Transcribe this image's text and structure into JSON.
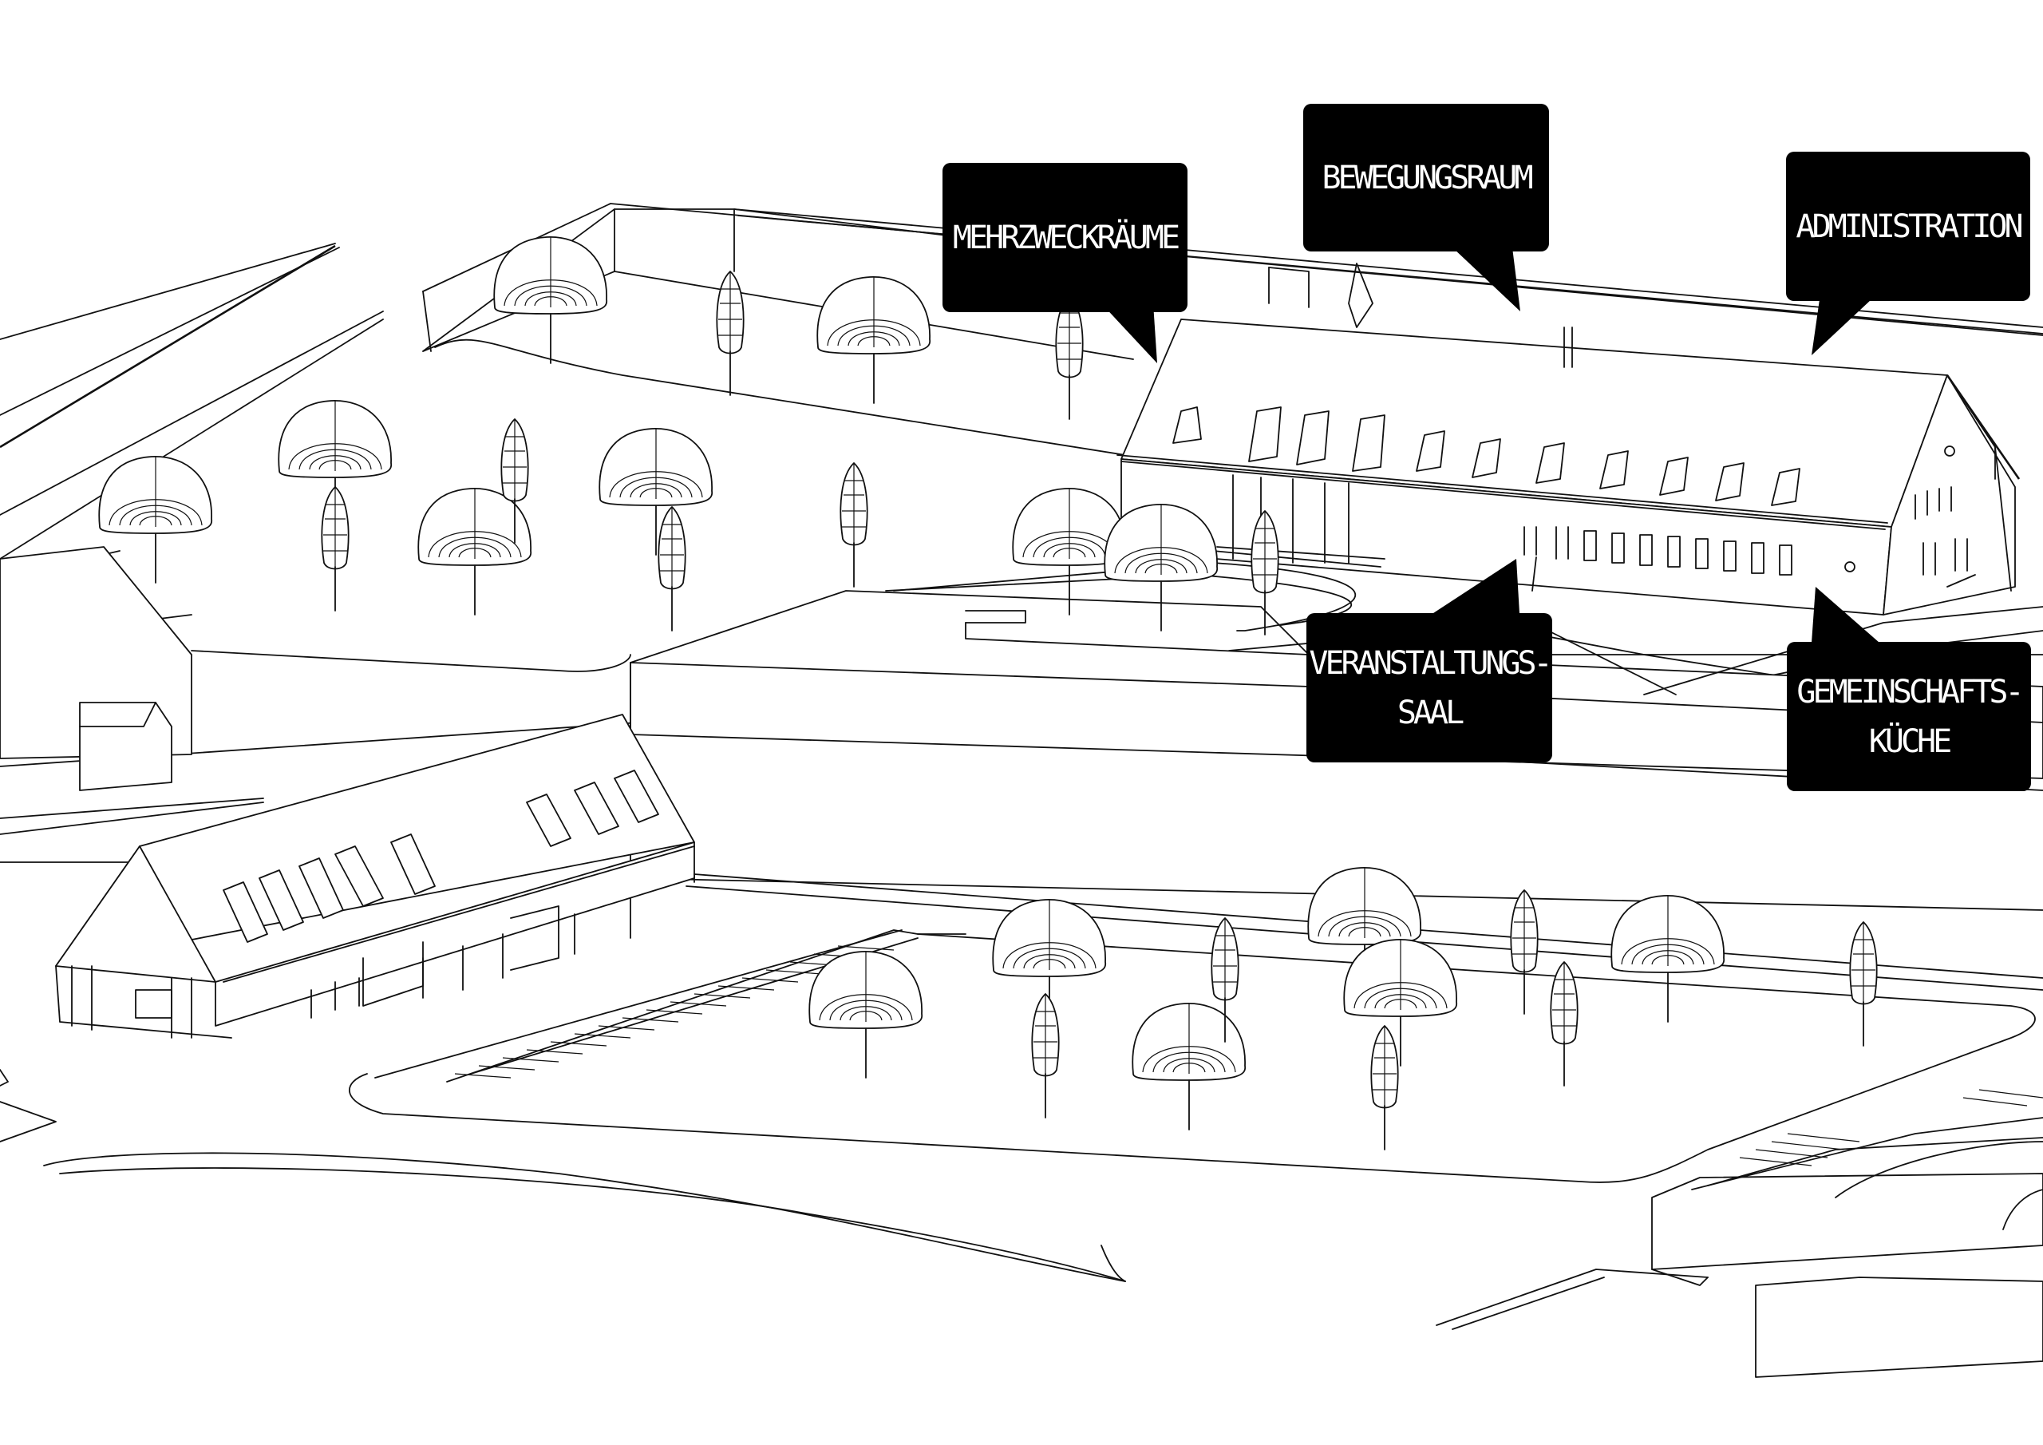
{
  "labels": {
    "mehrzweck": "MEHRZWECKRÄUME",
    "bewegung": "BEWEGUNGSRAUM",
    "administration": "ADMINISTRATION",
    "veranstaltung": "VERANSTALTUNGS-\nSAAL",
    "gemeinschaft": "GEMEINSCHAFTS-\nKÜCHE"
  },
  "colors": {
    "line": "#111111",
    "callout_bg": "#000000",
    "callout_text": "#ffffff",
    "background": "#ffffff"
  },
  "icons": {
    "bushy_tree": "bush-tree-icon",
    "slim_tree": "poplar-tree-icon"
  }
}
